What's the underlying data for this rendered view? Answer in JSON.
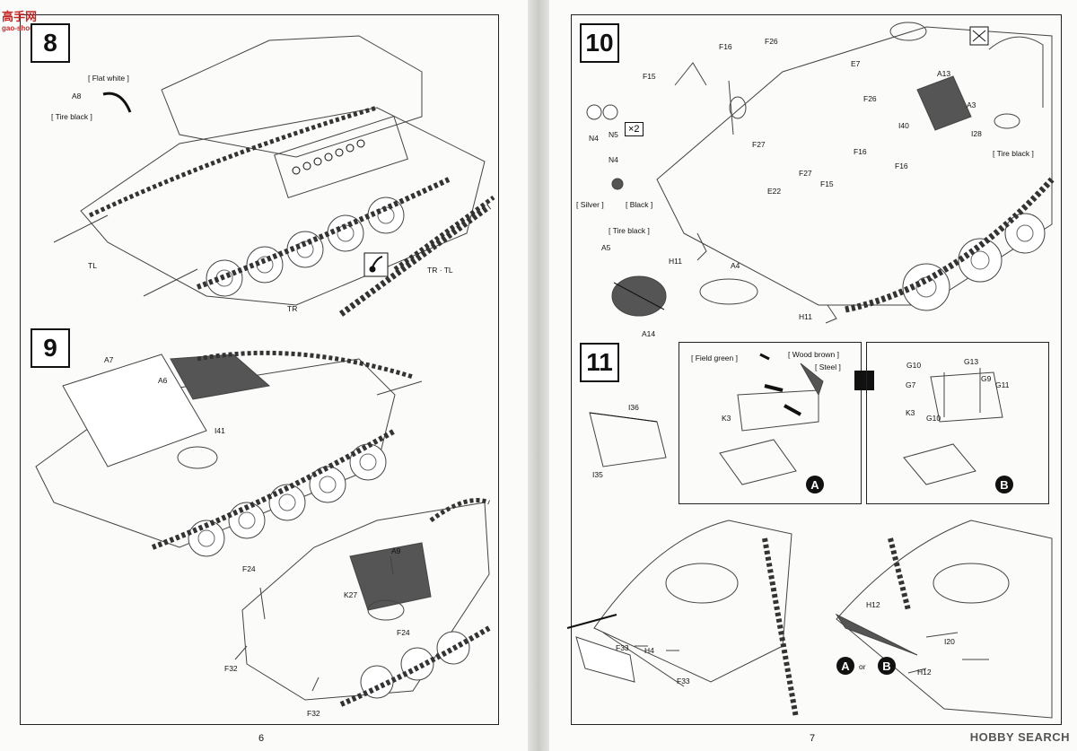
{
  "watermarks": {
    "left_top": "高手网",
    "left_bottom": "gao-shou.com",
    "right": "HOBBY SEARCH"
  },
  "pages": {
    "left_number": "6",
    "right_number": "7"
  },
  "step8": {
    "number": "8",
    "labels": {
      "a8": "A8",
      "flat_white": "[ Flat white ]",
      "tire_black": "[ Tire black ]",
      "tl": "TL",
      "tr": "TR",
      "tr_tl": "TR · TL"
    }
  },
  "step9": {
    "number": "9",
    "labels": {
      "a7": "A7",
      "a6": "A6",
      "i41": "I41",
      "a9": "A9",
      "k27": "K27",
      "f24a": "F24",
      "f24b": "F24",
      "f32a": "F32",
      "f32b": "F32"
    }
  },
  "step10": {
    "number": "10",
    "labels": {
      "f16a": "F16",
      "f26a": "F26",
      "f15a": "F15",
      "e7": "E7",
      "a13": "A13",
      "a3": "A3",
      "n4a": "N4",
      "n5": "N5",
      "x2": "×2",
      "f26b": "F26",
      "i40": "I40",
      "i28": "I28",
      "tire_black_a": "[ Tire black ]",
      "f27a": "F27",
      "f16b": "F16",
      "f16c": "F16",
      "n4b": "N4",
      "f27b": "F27",
      "f15b": "F15",
      "e22": "E22",
      "silver": "[ Silver ]",
      "black": "[ Black ]",
      "tire_black_b": "[ Tire black ]",
      "a5": "A5",
      "h11a": "H11",
      "a4": "A4",
      "a14": "A14",
      "h11b": "H11"
    }
  },
  "step11": {
    "number": "11",
    "labels": {
      "i36": "I36",
      "i35": "I35",
      "field_green": "[ Field green ]",
      "wood_brown": "[ Wood brown ]",
      "steel": "[ Steel ]",
      "k3a": "K3",
      "g10a": "G10",
      "g13": "G13",
      "g7": "G7",
      "g9": "G9",
      "g11": "G11",
      "k3b": "K3",
      "g10b": "G10",
      "f33a": "F33",
      "h4": "H4",
      "f33b": "F33",
      "h12a": "H12",
      "i20": "I20",
      "h12b": "H12",
      "or": "or"
    },
    "variant_a": "A",
    "variant_b": "B"
  }
}
